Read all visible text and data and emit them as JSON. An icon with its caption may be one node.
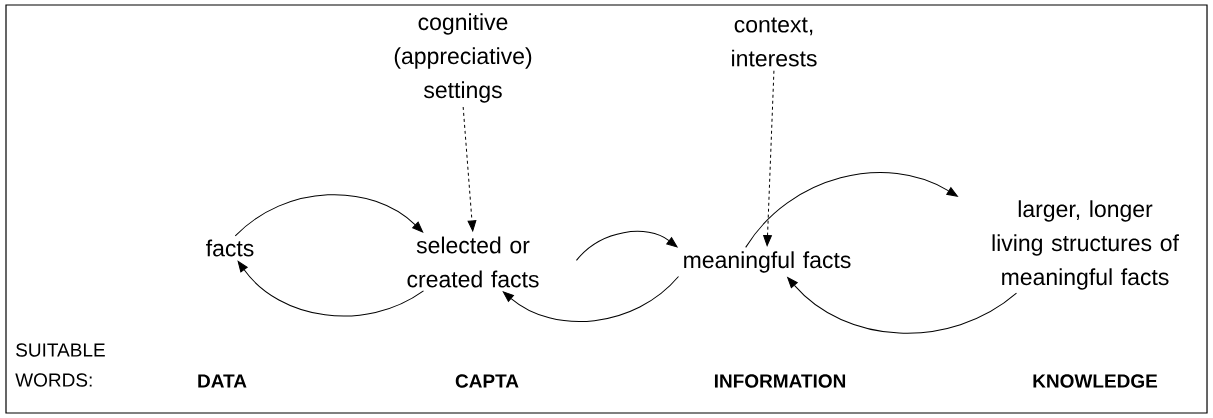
{
  "diagram": {
    "nodes": [
      {
        "text": [
          "facts"
        ]
      },
      {
        "text": [
          "selected or created facts"
        ]
      },
      {
        "text": [
          "meaningful facts"
        ]
      },
      {
        "text": [
          "larger, longer living structures of meaningful facts"
        ]
      },
      {
        "text": [
          "cognitive (appreciative) settings"
        ]
      },
      {
        "text": [
          "context, interests"
        ]
      }
    ],
    "edges": [
      {
        "from": 0,
        "to": 1,
        "arrow": "to"
      },
      {
        "from": 1,
        "to": 0,
        "arrow": "to"
      },
      {
        "from": 1,
        "to": 2,
        "arrow": "to"
      },
      {
        "from": 2,
        "to": 1,
        "arrow": "to"
      },
      {
        "from": 2,
        "to": 3,
        "arrow": "to"
      },
      {
        "from": 3,
        "to": 2,
        "arrow": "to"
      },
      {
        "from": 4,
        "to": 1,
        "arrow": "to",
        "style": "dashed"
      },
      {
        "from": 5,
        "to": 2,
        "arrow": "to",
        "style": "dashed"
      }
    ],
    "labels": [
      "SUITABLE WORDS:",
      "DATA",
      "CAPTA",
      "INFORMATION",
      "KNOWLEDGE"
    ]
  }
}
